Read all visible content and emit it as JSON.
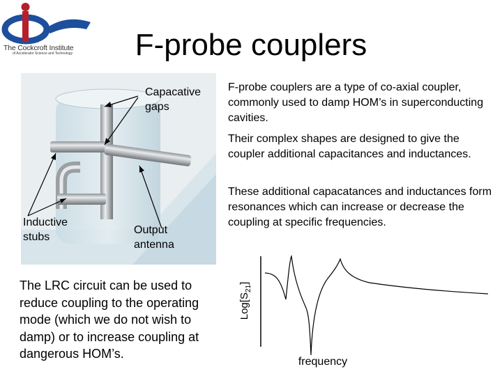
{
  "logo": {
    "name": "The Cockcroft Institute",
    "subtitle": "of Accelerator Science and Technology",
    "colors": {
      "red": "#b5202e",
      "blue": "#1d4f9c"
    }
  },
  "title": "F-probe couplers",
  "figure": {
    "labels": {
      "gaps": [
        "Capacative",
        "gaps"
      ],
      "stubs": [
        "Inductive",
        "stubs"
      ],
      "antenna": [
        "Output",
        "antenna"
      ]
    }
  },
  "paragraphs": [
    "F-probe couplers are a type of co-axial coupler, commonly used to damp HOM’s in superconducting cavities.",
    "Their complex shapes are designed to give the coupler additional capacitances and inductances.",
    "These additional capacatances and inductances form resonances which can increase or decrease the coupling at specific frequencies."
  ],
  "lrc_text": "The LRC circuit can be used to reduce coupling to the operating mode (which we do not wish to damp) or to increase coupling at dangerous HOM’s.",
  "plot": {
    "ylabel_main": "Log[S",
    "ylabel_sub": "21",
    "ylabel_end": "]",
    "xlabel": "frequency"
  }
}
